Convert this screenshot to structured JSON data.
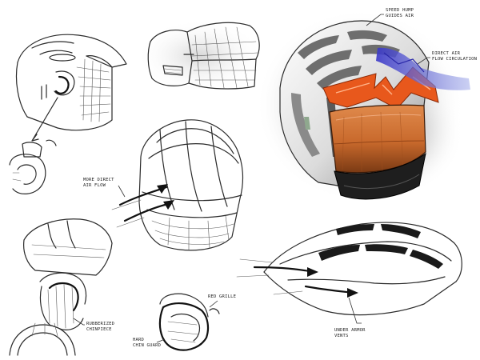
{
  "annotations": {
    "speed_hump": "SPEED HUMP",
    "speed_hump_sub": "GUIDES AIR",
    "direct_air": "DIRECT AIR",
    "direct_air_sub": "FLOW CIRCULATION",
    "more_direct": "MORE DIRECT",
    "more_direct_sub": "AIR FLOW",
    "rubberized": "RUBBERIZED",
    "rubberized_sub": "CHINPIECE",
    "red_grille": "RED GRILLE",
    "hard_chin": "HARD",
    "hard_chin_sub": "CHIN GUARD",
    "under_armor": "UNDER ARMOR",
    "under_armor_sub": "VENTS"
  },
  "colors": {
    "ink": "#2b2b2b",
    "shell_white": "#f4f4f4",
    "shell_grey": "#9a9a9a",
    "accent_orange": "#e8581c",
    "visor_orange": "#c8692c",
    "accent_blue": "#3a38c8",
    "backdrop_grey": "#d9d9d9"
  }
}
